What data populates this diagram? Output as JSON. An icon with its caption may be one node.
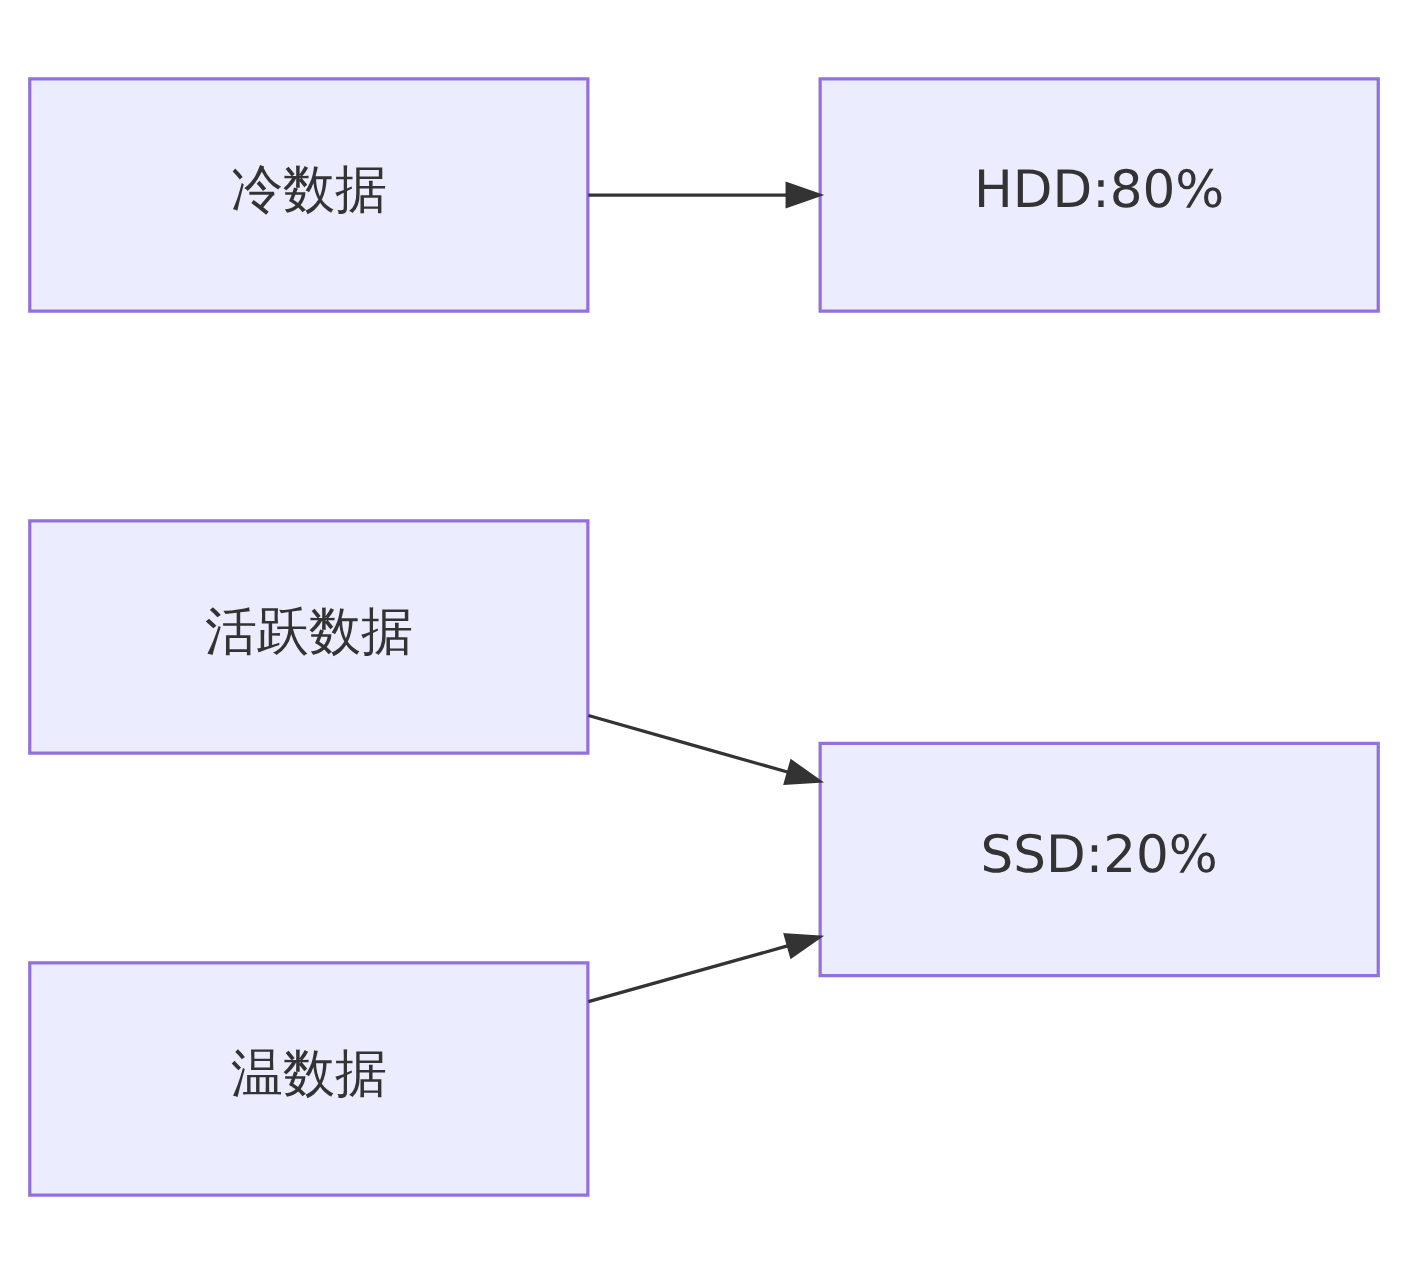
{
  "diagram": {
    "nodes": [
      {
        "text": [
          "活跃数据"
        ]
      },
      {
        "text": [
          "温数据"
        ]
      },
      {
        "text": [
          "冷数据"
        ]
      },
      {
        "text": [
          "SSD:20%"
        ]
      },
      {
        "text": [
          "HDD:80%"
        ]
      }
    ],
    "edges": [
      {
        "from": 0,
        "to": 3,
        "arrow": "to"
      },
      {
        "from": 1,
        "to": 3,
        "arrow": "to"
      },
      {
        "from": 2,
        "to": 4,
        "arrow": "to"
      }
    ]
  }
}
